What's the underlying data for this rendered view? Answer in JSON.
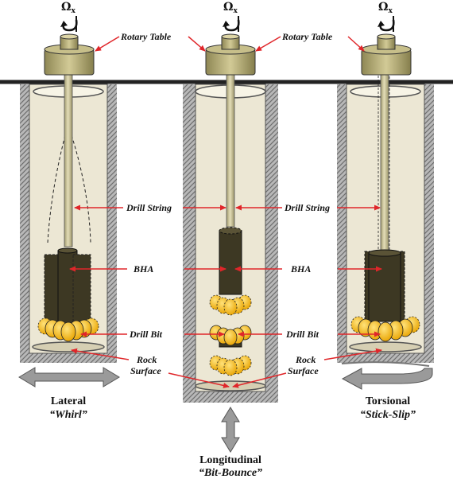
{
  "omega": {
    "symbol": "Ω",
    "sub": "x"
  },
  "labels": {
    "rotary_table": "Rotary Table",
    "drill_string": "Drill String",
    "bha": "BHA",
    "drill_bit": "Drill Bit",
    "rock": "Rock",
    "surface": "Surface"
  },
  "modes": {
    "lateral": {
      "title": "Lateral",
      "subtitle": "“Whirl”"
    },
    "longitudinal": {
      "title": "Longitudinal",
      "subtitle": "“Bit-Bounce”"
    },
    "torsional": {
      "title": "Torsional",
      "subtitle": "“Stick-Slip”"
    }
  },
  "colors": {
    "pipe": "#c9c295",
    "bha": "#3d3823",
    "bit": "#f2b400",
    "wall": "#ece7d4",
    "arrow": "#e0262a",
    "table": "#b7ae74"
  }
}
